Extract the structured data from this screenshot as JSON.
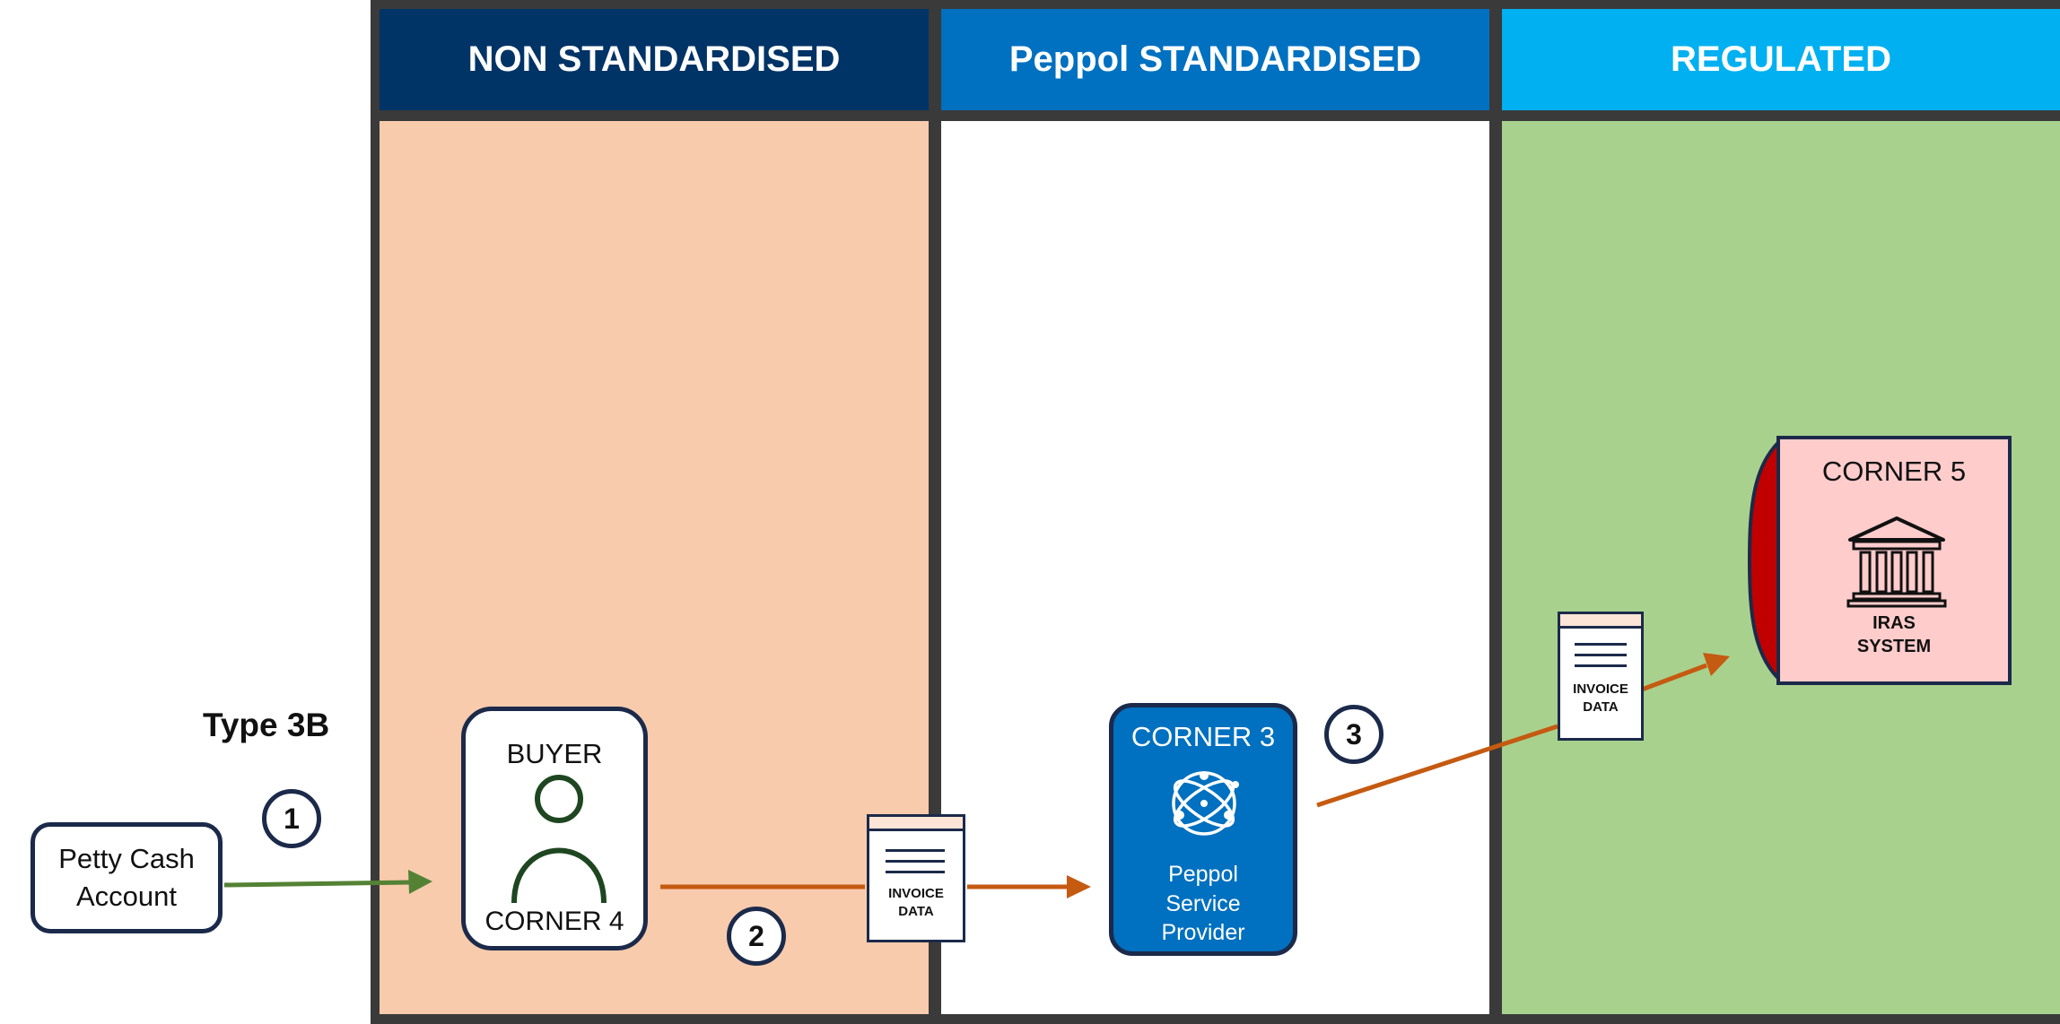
{
  "columns": [
    {
      "header": "NON STANDARDISED",
      "header_color": "#003366",
      "body_color": "#f8cbad"
    },
    {
      "header": "Peppol STANDARDISED",
      "header_color": "#0070c0",
      "body_color": "#ffffff"
    },
    {
      "header": "REGULATED",
      "header_color": "#00b0f0",
      "body_color": "#a9d18e"
    }
  ],
  "type_label": "Type 3B",
  "petty_cash": {
    "line1": "Petty Cash",
    "line2": "Account"
  },
  "buyer": {
    "title": "BUYER",
    "corner": "CORNER 4"
  },
  "corner3": {
    "title": "CORNER 3",
    "sub1": "Peppol",
    "sub2": "Service",
    "sub3": "Provider"
  },
  "corner5": {
    "title": "CORNER 5",
    "sys1": "IRAS",
    "sys2": "SYSTEM"
  },
  "invoice_doc": {
    "line1": "INVOICE",
    "line2": "DATA"
  },
  "steps": {
    "one": "1",
    "two": "2",
    "three": "3"
  },
  "colors": {
    "green_arrow": "#548235",
    "orange_arrow": "#c55a11",
    "dark_outline": "#1b2a4a",
    "shield_red": "#c00000"
  },
  "icons": {
    "buyer": "person-icon",
    "corner3": "network-globe-icon",
    "corner5": "government-building-icon",
    "document": "document-icon"
  }
}
